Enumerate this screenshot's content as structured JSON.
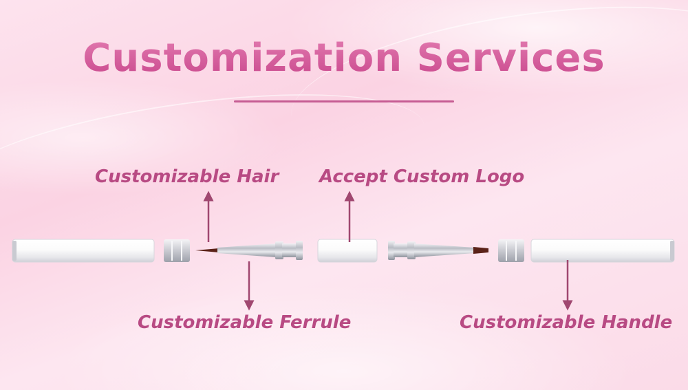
{
  "title": "Customization Services",
  "labels": {
    "hair": "Customizable Hair",
    "logo": "Accept Custom Logo",
    "ferrule": "Customizable Ferrule",
    "handle": "Customizable Handle"
  },
  "colors": {
    "title": "#d15a9a",
    "label": "#b84a83",
    "arrow": "#a04770"
  }
}
